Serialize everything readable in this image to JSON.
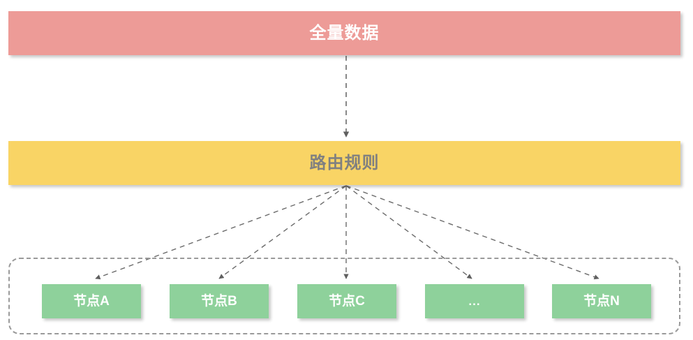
{
  "diagram": {
    "type": "flow-diagram",
    "title_text_visible": false,
    "colors": {
      "source_bar_fill": "#ed9b97",
      "source_bar_text": "#ffffff",
      "rule_bar_fill": "#f9d465",
      "rule_bar_text": "#808080",
      "node_fill": "#8ed19b",
      "node_text": "#ffffff",
      "connector": "#6b6b6b",
      "group_border": "#9a9a9a",
      "background": "#ffffff"
    },
    "source": {
      "label": "全量数据"
    },
    "router": {
      "label": "路由规则"
    },
    "group": {
      "name": "node-group",
      "style": "dashed-rounded-rectangle"
    },
    "nodes": [
      {
        "id": "node-a",
        "label": "节点A"
      },
      {
        "id": "node-b",
        "label": "节点B"
      },
      {
        "id": "node-c",
        "label": "节点C"
      },
      {
        "id": "node-more",
        "label": "..."
      },
      {
        "id": "node-n",
        "label": "节点N"
      }
    ],
    "connectors": [
      {
        "from": "source",
        "to": "router",
        "style": "dashed",
        "arrow": "end"
      },
      {
        "from": "router",
        "to": "node-a",
        "style": "dashed",
        "arrow": "end"
      },
      {
        "from": "router",
        "to": "node-b",
        "style": "dashed",
        "arrow": "end"
      },
      {
        "from": "router",
        "to": "node-c",
        "style": "dashed",
        "arrow": "end"
      },
      {
        "from": "router",
        "to": "node-more",
        "style": "dashed",
        "arrow": "end"
      },
      {
        "from": "router",
        "to": "node-n",
        "style": "dashed",
        "arrow": "end"
      }
    ]
  }
}
